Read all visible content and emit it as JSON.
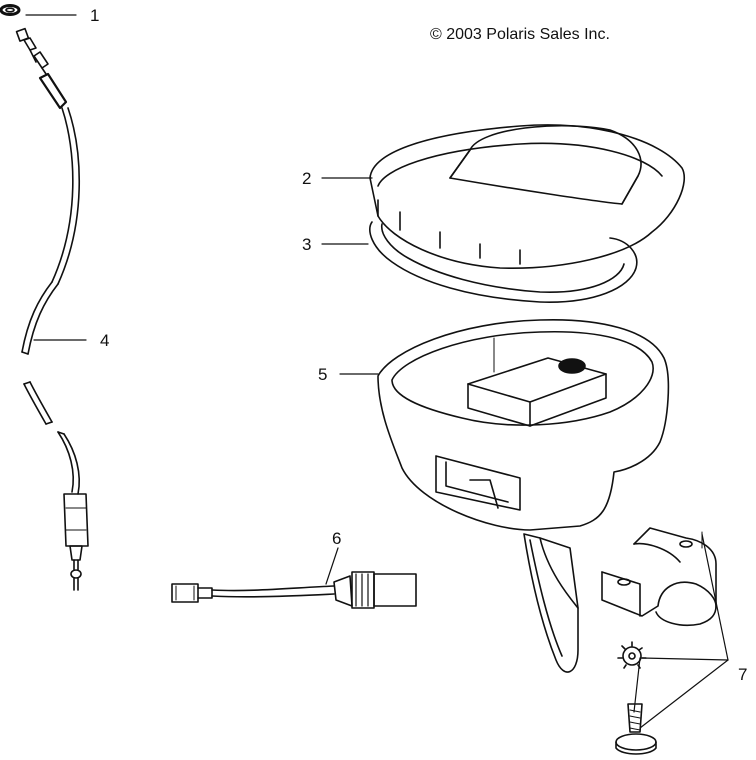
{
  "copyright": "© 2003 Polaris Sales Inc.",
  "callouts": {
    "c1": "1",
    "c2": "2",
    "c3": "3",
    "c4": "4",
    "c5": "5",
    "c6": "6",
    "c7": "7"
  },
  "colors": {
    "line": "#111111",
    "background": "#ffffff"
  }
}
